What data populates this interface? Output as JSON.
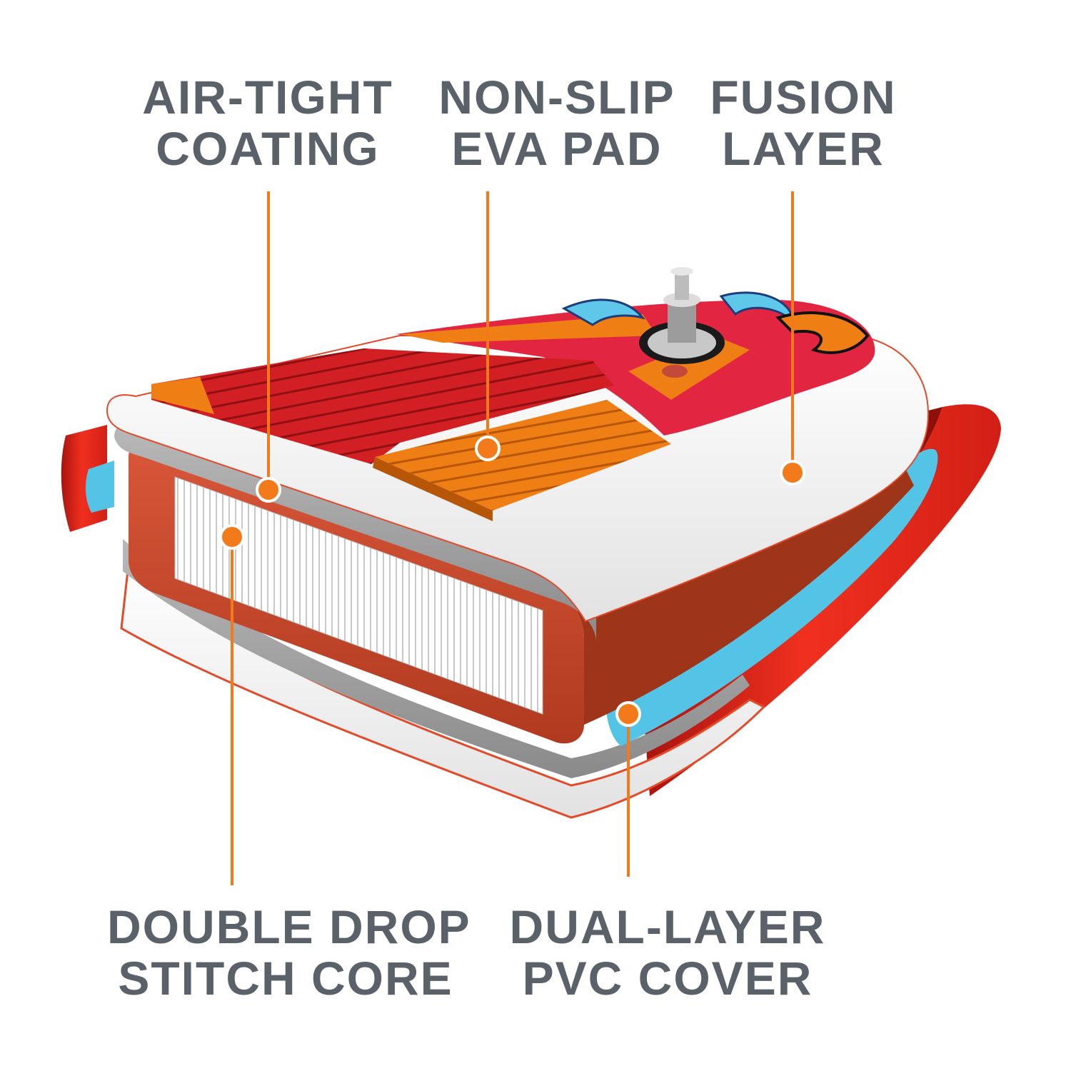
{
  "colors": {
    "label_text": "#5b6168",
    "callout": "#f27a1a",
    "board_red": "#e8231c",
    "board_white": "#f3f3f3",
    "core_orange": "#c94a2a",
    "eva_orange": "#ee7d12",
    "deck_red": "#cc1d22",
    "rail_blue": "#54c4e6",
    "gray_layer": "#9a9a9a"
  },
  "callouts": {
    "air_tight": {
      "line1": "AIR-TIGHT",
      "line2": "COATING"
    },
    "non_slip": {
      "line1": "NON-SLIP",
      "line2": "EVA PAD"
    },
    "fusion": {
      "line1": "FUSION",
      "line2": "LAYER"
    },
    "core": {
      "line1": "DOUBLE DROP",
      "line2": "STITCH CORE"
    },
    "pvc": {
      "line1": "DUAL-LAYER",
      "line2": "PVC COVER"
    }
  }
}
